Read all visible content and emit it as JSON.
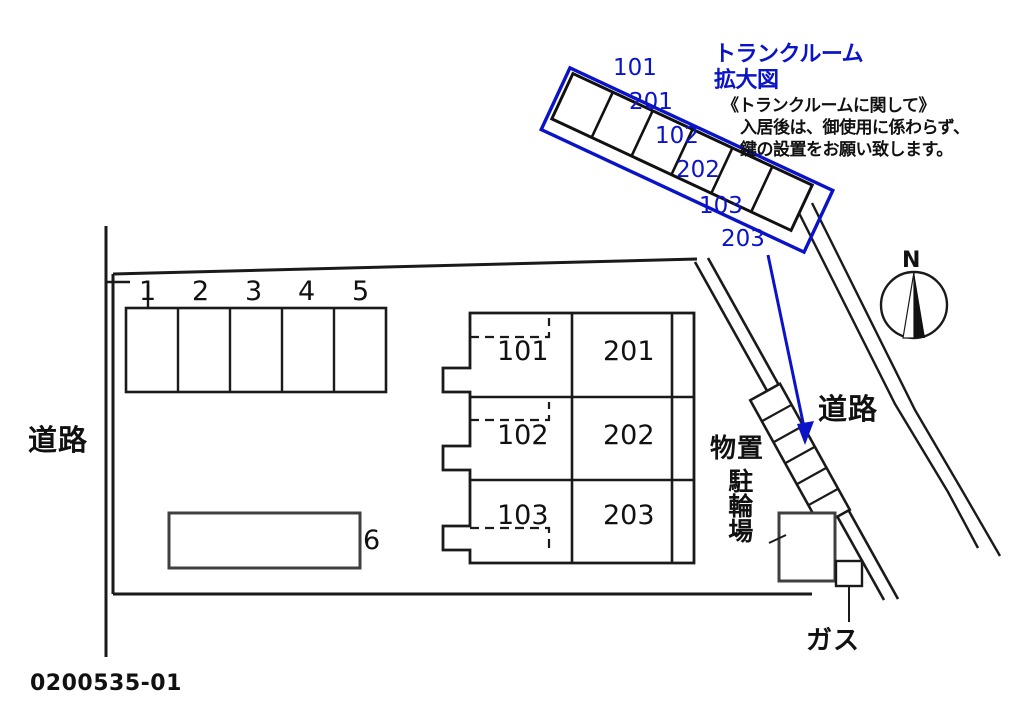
{
  "document": {
    "type": "site-plan",
    "reference_number": "0200535-01"
  },
  "detail_diagram": {
    "title_line1": "トランクルーム",
    "title_line2": "拡大図",
    "note_line1": "《トランクルームに関して》",
    "note_line2": "入居後は、御使用に係わらず、",
    "note_line3": "鍵の設置をお願い致します。",
    "accent_color": "#0a13c8",
    "cells": [
      {
        "label": "101"
      },
      {
        "label": "201"
      },
      {
        "label": "102"
      },
      {
        "label": "202"
      },
      {
        "label": "103"
      },
      {
        "label": "203"
      }
    ]
  },
  "parking": {
    "spaces": [
      {
        "label": "1"
      },
      {
        "label": "2"
      },
      {
        "label": "3"
      },
      {
        "label": "4"
      },
      {
        "label": "5"
      }
    ],
    "extra_space": {
      "label": "6"
    }
  },
  "building": {
    "units_left": [
      {
        "label": "101"
      },
      {
        "label": "102"
      },
      {
        "label": "103"
      }
    ],
    "units_right": [
      {
        "label": "201"
      },
      {
        "label": "202"
      },
      {
        "label": "203"
      }
    ]
  },
  "site_labels": {
    "road_left": "道路",
    "road_right": "道路",
    "storage": "物置",
    "bicycle_parking": "駐輪場",
    "gas": "ガス"
  },
  "compass": {
    "north_label": "N"
  }
}
